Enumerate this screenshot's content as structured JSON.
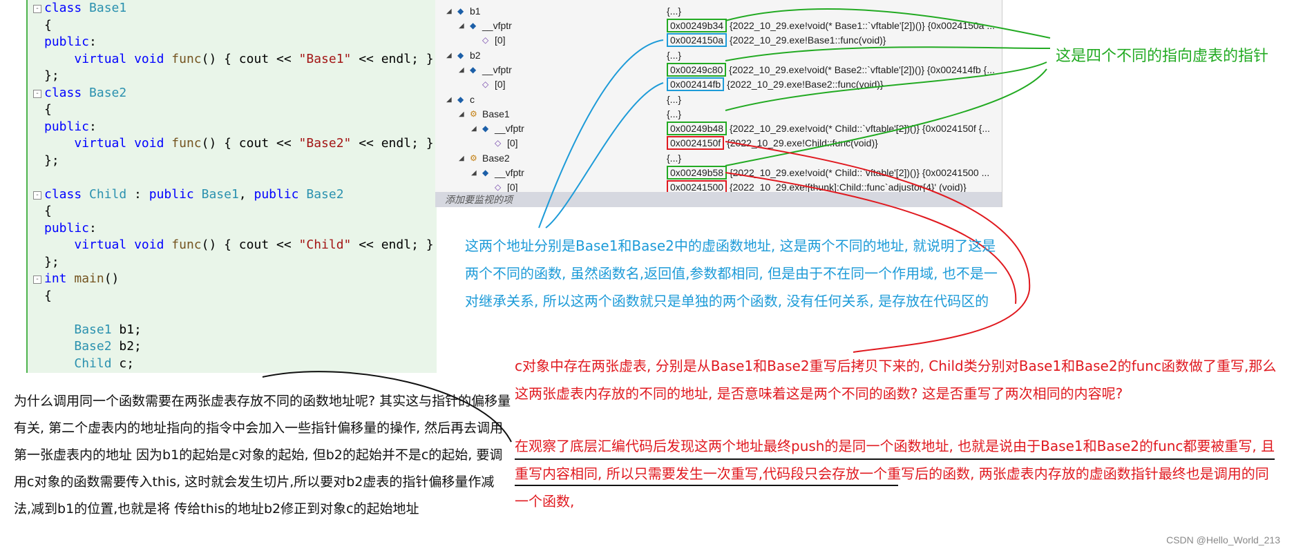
{
  "editor": {
    "lines": [
      {
        "fold": "-",
        "parts": [
          [
            "kw",
            "class"
          ],
          [
            "",
            ""
          ],
          [
            "ty",
            " Base1"
          ]
        ]
      },
      {
        "fold": "",
        "parts": [
          [
            "",
            "{"
          ]
        ]
      },
      {
        "fold": "",
        "parts": [
          [
            "kw",
            "public"
          ],
          [
            "",
            ":"
          ]
        ]
      },
      {
        "fold": "",
        "parts": [
          [
            "",
            "    "
          ],
          [
            "kw",
            "virtual"
          ],
          [
            "",
            " "
          ],
          [
            "kw",
            "void"
          ],
          [
            "",
            " "
          ],
          [
            "fn",
            "func"
          ],
          [
            "",
            "() { cout << "
          ],
          [
            "st",
            "\"Base1\""
          ],
          [
            "",
            " << endl; }"
          ]
        ]
      },
      {
        "fold": "",
        "parts": [
          [
            "",
            "};"
          ]
        ]
      },
      {
        "fold": "-",
        "parts": [
          [
            "kw",
            "class"
          ],
          [
            "ty",
            " Base2"
          ]
        ]
      },
      {
        "fold": "",
        "parts": [
          [
            "",
            "{"
          ]
        ]
      },
      {
        "fold": "",
        "parts": [
          [
            "kw",
            "public"
          ],
          [
            "",
            ":"
          ]
        ]
      },
      {
        "fold": "",
        "parts": [
          [
            "",
            "    "
          ],
          [
            "kw",
            "virtual"
          ],
          [
            "",
            " "
          ],
          [
            "kw",
            "void"
          ],
          [
            "",
            " "
          ],
          [
            "fn",
            "func"
          ],
          [
            "",
            "() { cout << "
          ],
          [
            "st",
            "\"Base2\""
          ],
          [
            "",
            " << endl; }"
          ]
        ]
      },
      {
        "fold": "",
        "parts": [
          [
            "",
            "};"
          ]
        ]
      },
      {
        "fold": "",
        "parts": [
          [
            "",
            ""
          ]
        ]
      },
      {
        "fold": "-",
        "parts": [
          [
            "kw",
            "class"
          ],
          [
            "ty",
            " Child"
          ],
          [
            "",
            " : "
          ],
          [
            "kw",
            "public"
          ],
          [
            "ty",
            " Base1"
          ],
          [
            "",
            ", "
          ],
          [
            "kw",
            "public"
          ],
          [
            "ty",
            " Base2"
          ]
        ]
      },
      {
        "fold": "",
        "parts": [
          [
            "",
            "{"
          ]
        ]
      },
      {
        "fold": "",
        "parts": [
          [
            "kw",
            "public"
          ],
          [
            "",
            ":"
          ]
        ]
      },
      {
        "fold": "",
        "parts": [
          [
            "",
            "    "
          ],
          [
            "kw",
            "virtual"
          ],
          [
            "",
            " "
          ],
          [
            "kw",
            "void"
          ],
          [
            "",
            " "
          ],
          [
            "fn",
            "func"
          ],
          [
            "",
            "() { cout << "
          ],
          [
            "st",
            "\"Child\""
          ],
          [
            "",
            " << endl; }"
          ]
        ]
      },
      {
        "fold": "",
        "parts": [
          [
            "",
            "};"
          ]
        ]
      },
      {
        "fold": "-",
        "parts": [
          [
            "kw",
            "int"
          ],
          [
            "",
            " "
          ],
          [
            "fn",
            "main"
          ],
          [
            "",
            "()"
          ]
        ]
      },
      {
        "fold": "",
        "parts": [
          [
            "",
            "{"
          ]
        ]
      },
      {
        "fold": "",
        "parts": [
          [
            "",
            ""
          ]
        ]
      },
      {
        "fold": "",
        "parts": [
          [
            "",
            "    "
          ],
          [
            "ty",
            "Base1"
          ],
          [
            "",
            " b1;"
          ]
        ]
      },
      {
        "fold": "",
        "parts": [
          [
            "",
            "    "
          ],
          [
            "ty",
            "Base2"
          ],
          [
            "",
            " b2;"
          ]
        ]
      },
      {
        "fold": "",
        "parts": [
          [
            "",
            "    "
          ],
          [
            "ty",
            "Child"
          ],
          [
            "",
            " c;"
          ]
        ]
      }
    ]
  },
  "watch": {
    "rows": [
      {
        "level": 0,
        "expand": "◢",
        "icon": "class-icon",
        "name": "b1",
        "value": "{...}",
        "box": "",
        "rest": "{...}"
      },
      {
        "level": 1,
        "expand": "◢",
        "icon": "field-icon",
        "name": "__vfptr",
        "box": "0x00249b34",
        "boxcolor": "#22aa22",
        "rest": " {2022_10_29.exe!void(* Base1::`vftable'[2])()} {0x0024150a ..."
      },
      {
        "level": 2,
        "expand": "",
        "icon": "method-icon",
        "name": "[0]",
        "box": "0x0024150a",
        "boxcolor": "#1d9bd8",
        "rest": " {2022_10_29.exe!Base1::func(void)}"
      },
      {
        "level": 0,
        "expand": "◢",
        "icon": "class-icon",
        "name": "b2",
        "box": "",
        "rest": "{...}"
      },
      {
        "level": 1,
        "expand": "◢",
        "icon": "field-icon",
        "name": "__vfptr",
        "box": "0x00249c80",
        "boxcolor": "#22aa22",
        "rest": " {2022_10_29.exe!void(* Base2::`vftable'[2])()} {0x002414fb {..."
      },
      {
        "level": 2,
        "expand": "",
        "icon": "method-icon",
        "name": "[0]",
        "box": "0x002414fb",
        "boxcolor": "#1d9bd8",
        "rest": " {2022_10_29.exe!Base2::func(void)}"
      },
      {
        "level": 0,
        "expand": "◢",
        "icon": "class-icon",
        "name": "c",
        "box": "",
        "rest": "{...}"
      },
      {
        "level": 1,
        "expand": "◢",
        "icon": "base-icon",
        "name": "Base1",
        "box": "",
        "rest": "{...}"
      },
      {
        "level": 2,
        "expand": "◢",
        "icon": "field-icon",
        "name": "__vfptr",
        "box": "0x00249b48",
        "boxcolor": "#22aa22",
        "rest": " {2022_10_29.exe!void(* Child::`vftable'[2])()} {0x0024150f {..."
      },
      {
        "level": 3,
        "expand": "",
        "icon": "method-icon",
        "name": "[0]",
        "box": "0x0024150f",
        "boxcolor": "#e0191f",
        "rest": " {2022_10_29.exe!Child::func(void)}"
      },
      {
        "level": 1,
        "expand": "◢",
        "icon": "base-icon",
        "name": "Base2",
        "box": "",
        "rest": "{...}"
      },
      {
        "level": 2,
        "expand": "◢",
        "icon": "field-icon",
        "name": "__vfptr",
        "box": "0x00249b58",
        "boxcolor": "#22aa22",
        "rest": " {2022_10_29.exe!void(* Child::`vftable'[2])()} {0x00241500 ..."
      },
      {
        "level": 3,
        "expand": "",
        "icon": "method-icon",
        "name": "[0]",
        "box": "0x00241500",
        "boxcolor": "#e0191f",
        "rest": " {2022_10_29.exe![thunk]:Child::func`adjustor{4}' (void)}"
      }
    ],
    "footer": "添加要监视的项"
  },
  "annotations": {
    "green": "这是四个不同的指向虚表的指针",
    "blue": "这两个地址分别是Base1和Base2中的虚函数地址, 这是两个不同的地址, 就说明了这是两个不同的函数, 虽然函数名,返回值,参数都相同, 但是由于不在同一个作用域, 也不是一对继承关系, 所以这两个函数就只是单独的两个函数, 没有任何关系, 是存放在代码区的",
    "red1": "c对象中存在两张虚表, 分别是从Base1和Base2重写后拷贝下来的, Child类分别对Base1和Base2的func函数做了重写,那么这两张虚表内存放的不同的地址, 是否意味着这是两个不同的函数? 这是否重写了两次相同的内容呢?",
    "red2": "在观察了底层汇编代码后发现这两个地址最终push的是同一个函数地址, 也就是说由于Base1和Base2的func都要被重写, 且重写内容相同, 所以只需要发生一次重写,代码段只会存放一个重写后的函数, 两张虚表内存放的虚函数指针最终也是调用的同一个函数,",
    "black": "为什么调用同一个函数需要在两张虚表存放不同的函数地址呢? 其实这与指针的偏移量有关, 第二个虚表内的地址指向的指令中会加入一些指针偏移量的操作, 然后再去调用第一张虚表内的地址 因为b1的起始是c对象的起始, 但b2的起始并不是c的起始, 要调用c对象的函数需要传入this, 这时就会发生切片,所以要对b2虚表的指针偏移量作减法,减到b1的位置,也就是将 传给this的地址b2修正到对象c的起始地址"
  },
  "watermark": "CSDN @Hello_World_213",
  "colors": {
    "green": "#22aa22",
    "blue": "#1d9bd8",
    "red": "#e0191f"
  }
}
